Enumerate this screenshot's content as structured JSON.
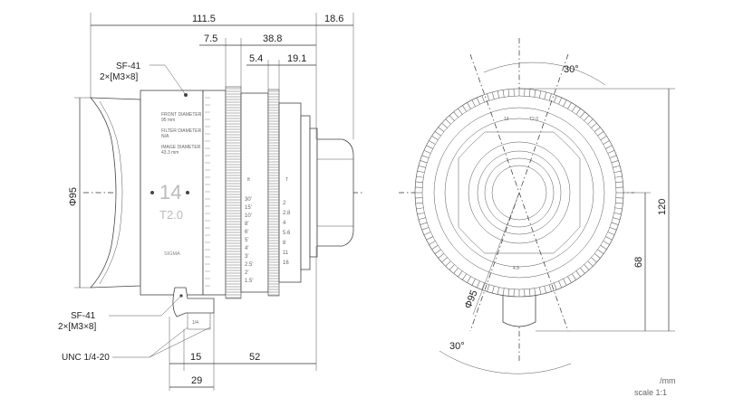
{
  "side_view": {
    "dimensions": {
      "overall_length": "111.5",
      "front_extension": "18.6",
      "gear_offset": "7.5",
      "gear_span": "38.8",
      "gear2_offset": "5.4",
      "gear2_span": "19.1",
      "diameter": "Φ95",
      "mount_a": "15",
      "mount_b": "52",
      "mount_c": "29"
    },
    "callouts": {
      "top_name": "SF-41",
      "top_spec": "2×[M3×8]",
      "bottom_name": "SF-41",
      "bottom_spec": "2×[M3×8]",
      "thread": "UNC 1/4-20",
      "mount_mark": "1/4"
    },
    "lens_markings": {
      "focal": "14",
      "aperture": "T2.0",
      "brand": "SIGMA",
      "front_diameter": "95 mm",
      "filter_diameter": "N/A",
      "image_diameter": "43.3 mm",
      "front_diameter_label": "FRONT DIAMETER",
      "filter_diameter_label": "FILTER DIAMETER",
      "image_diameter_label": "IMAGE DIAMETER",
      "distance_ft_label": "ft",
      "t_scale_label": "T",
      "distance_marks": [
        "30'",
        "15'",
        "10'",
        "8'",
        "6'",
        "5'",
        "4'",
        "3'",
        "2.5'",
        "2'",
        "1.5'"
      ],
      "t_marks": [
        "2",
        "2.8",
        "4",
        "5.6",
        "8",
        "11",
        "16"
      ]
    }
  },
  "front_view": {
    "dimensions": {
      "height_total": "120",
      "height_center": "68",
      "diameter": "Φ95",
      "angle_top": "30°",
      "angle_bottom": "30°"
    },
    "markings": {
      "focal": "14",
      "aperture": "T2.0",
      "mark_bottom": "4.9"
    }
  },
  "units": "/mm",
  "scale": "scale 1:1"
}
